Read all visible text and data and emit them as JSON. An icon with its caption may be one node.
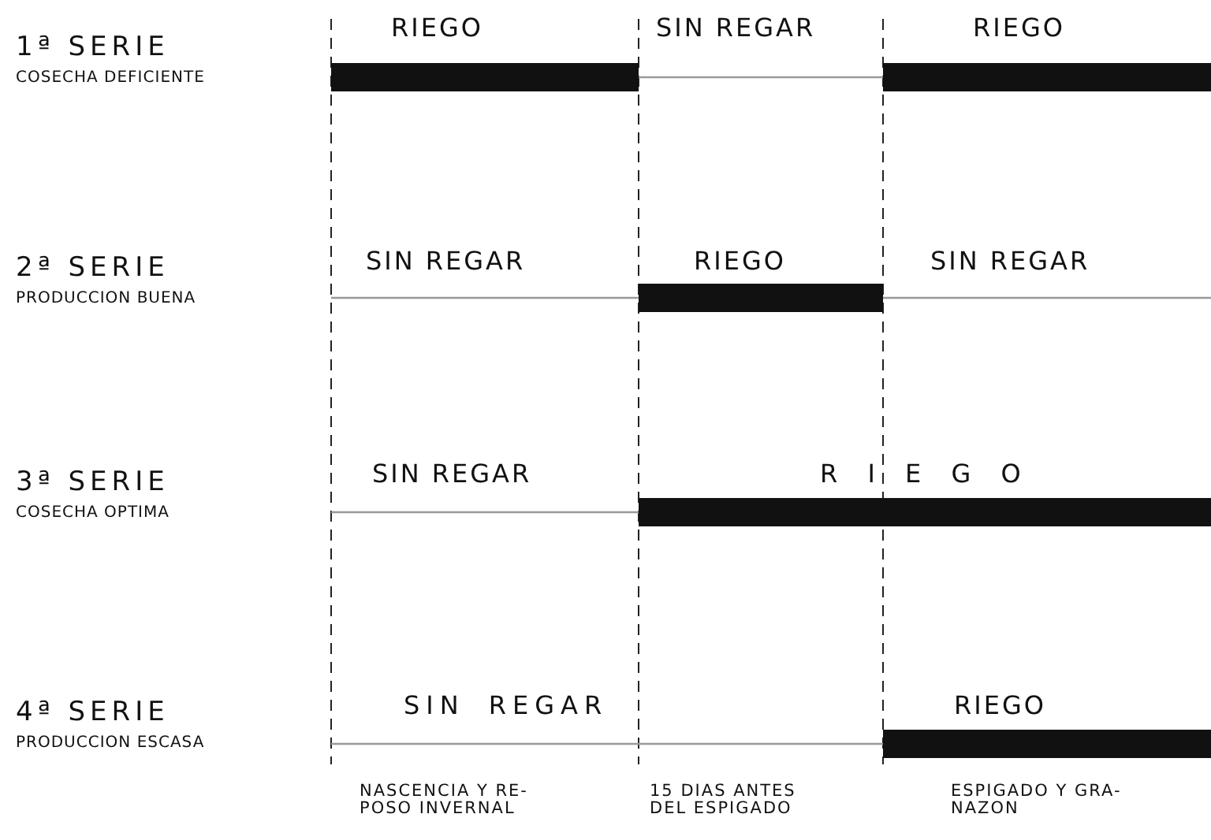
{
  "diagram": {
    "labels": [
      "1ª SERIE",
      "COSECHA DEFICIENTE",
      "RIEGO",
      "SIN REGAR",
      "RIEGO",
      "2ª SERIE",
      "PRODUCCION BUENA",
      "SIN REGAR",
      "RIEGO",
      "SIN REGAR",
      "3ª SERIE",
      "COSECHA OPTIMA",
      "SIN REGAR",
      "R I E G O",
      "4ª SERIE",
      "PRODUCCION ESCASA",
      "SIN REGAR",
      "RIEGO",
      "NASCENCIA Y RE- POSO INVERNAL",
      "15 DIAS ANTES DEL ESPIGADO",
      "ESPIGADO Y GRA- NAZON"
    ]
  }
}
